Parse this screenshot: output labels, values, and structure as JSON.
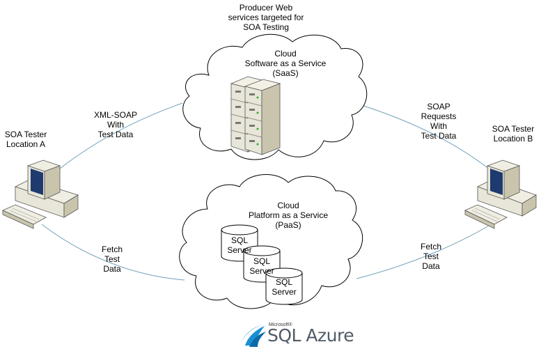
{
  "labels": {
    "producer": "Producer Web\nservices targeted for\nSOA Testing",
    "cloud_saas": "Cloud\nSoftware as a Service\n(SaaS)",
    "cloud_paas": "Cloud\nPlatform as a Service\n(PaaS)",
    "xml_soap": "XML-SOAP\nWith\nTest Data",
    "soap_requests": "SOAP\nRequests\nWith\nTest Data",
    "tester_a": "SOA Tester\nLocation A",
    "tester_b": "SOA Tester\nLocation B",
    "fetch_left": "Fetch\nTest\nData",
    "fetch_right": "Fetch\nTest\nData",
    "db_1": "SQL\nServer",
    "db_2": "SQL\nServer",
    "db_3": "SQL\nServer"
  },
  "logo": {
    "microsoft": "Microsoft®",
    "brand": "SQL Azure"
  },
  "colors": {
    "connector": "#6f9fb8",
    "cloud_stroke": "#000000",
    "server_fill": "#e8e6d8",
    "server_shade": "#c9c5ad",
    "monitor_screen": "#1e3a6e",
    "azure_blue": "#1a8fd4"
  },
  "icons": [
    "cloud-icon",
    "server-rack-icon",
    "computer-icon",
    "database-icon",
    "sql-azure-logo"
  ]
}
